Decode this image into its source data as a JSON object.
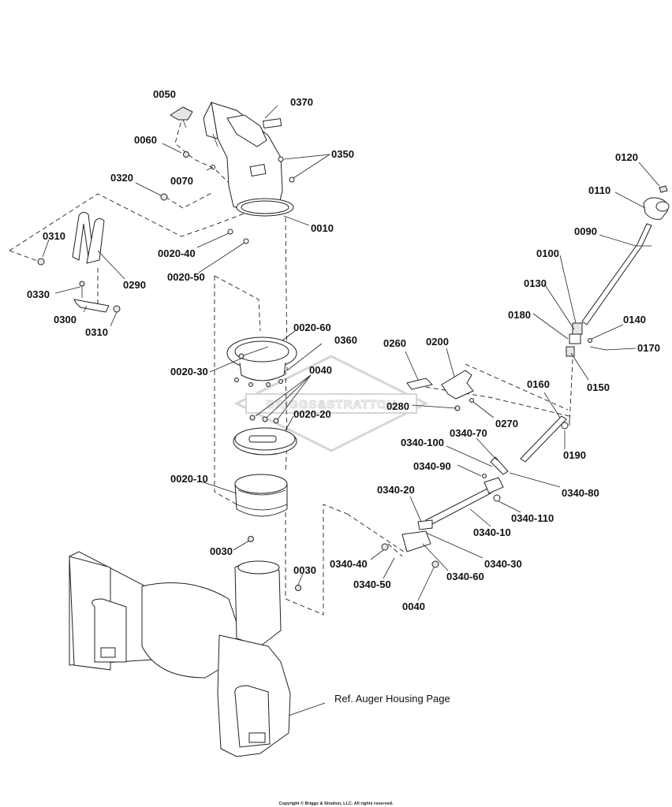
{
  "watermark": {
    "text": "BRIGGS&STRATTON"
  },
  "reference_note": "Ref. Auger Housing Page",
  "copyright": "Copyright © Briggs & Stratton, LLC. All rights reserved.",
  "callouts": {
    "c0050": "0050",
    "c0370": "0370",
    "c0060": "0060",
    "c0350": "0350",
    "c0070": "0070",
    "c0320": "0320",
    "c0010": "0010",
    "c0310a": "0310",
    "c0290": "0290",
    "c0020_40": "0020-40",
    "c0330": "0330",
    "c0020_50": "0020-50",
    "c0300": "0300",
    "c0310b": "0310",
    "c0020_60": "0020-60",
    "c0360": "0360",
    "c0020_30": "0020-30",
    "c0040a": "0040",
    "c0020_20": "0020-20",
    "c0020_10": "0020-10",
    "c0030a": "0030",
    "c0030b": "0030",
    "c0120": "0120",
    "c0110": "0110",
    "c0090": "0090",
    "c0100": "0100",
    "c0130": "0130",
    "c0180": "0180",
    "c0140": "0140",
    "c0170": "0170",
    "c0150": "0150",
    "c0260": "0260",
    "c0200": "0200",
    "c0160": "0160",
    "c0280": "0280",
    "c0270": "0270",
    "c0190": "0190",
    "c0340_70": "0340-70",
    "c0340_100": "0340-100",
    "c0340_90": "0340-90",
    "c0340_80": "0340-80",
    "c0340_20": "0340-20",
    "c0340_110": "0340-110",
    "c0340_10": "0340-10",
    "c0340_40": "0340-40",
    "c0340_30": "0340-30",
    "c0340_50": "0340-50",
    "c0340_60": "0340-60",
    "c0040b": "0040"
  }
}
